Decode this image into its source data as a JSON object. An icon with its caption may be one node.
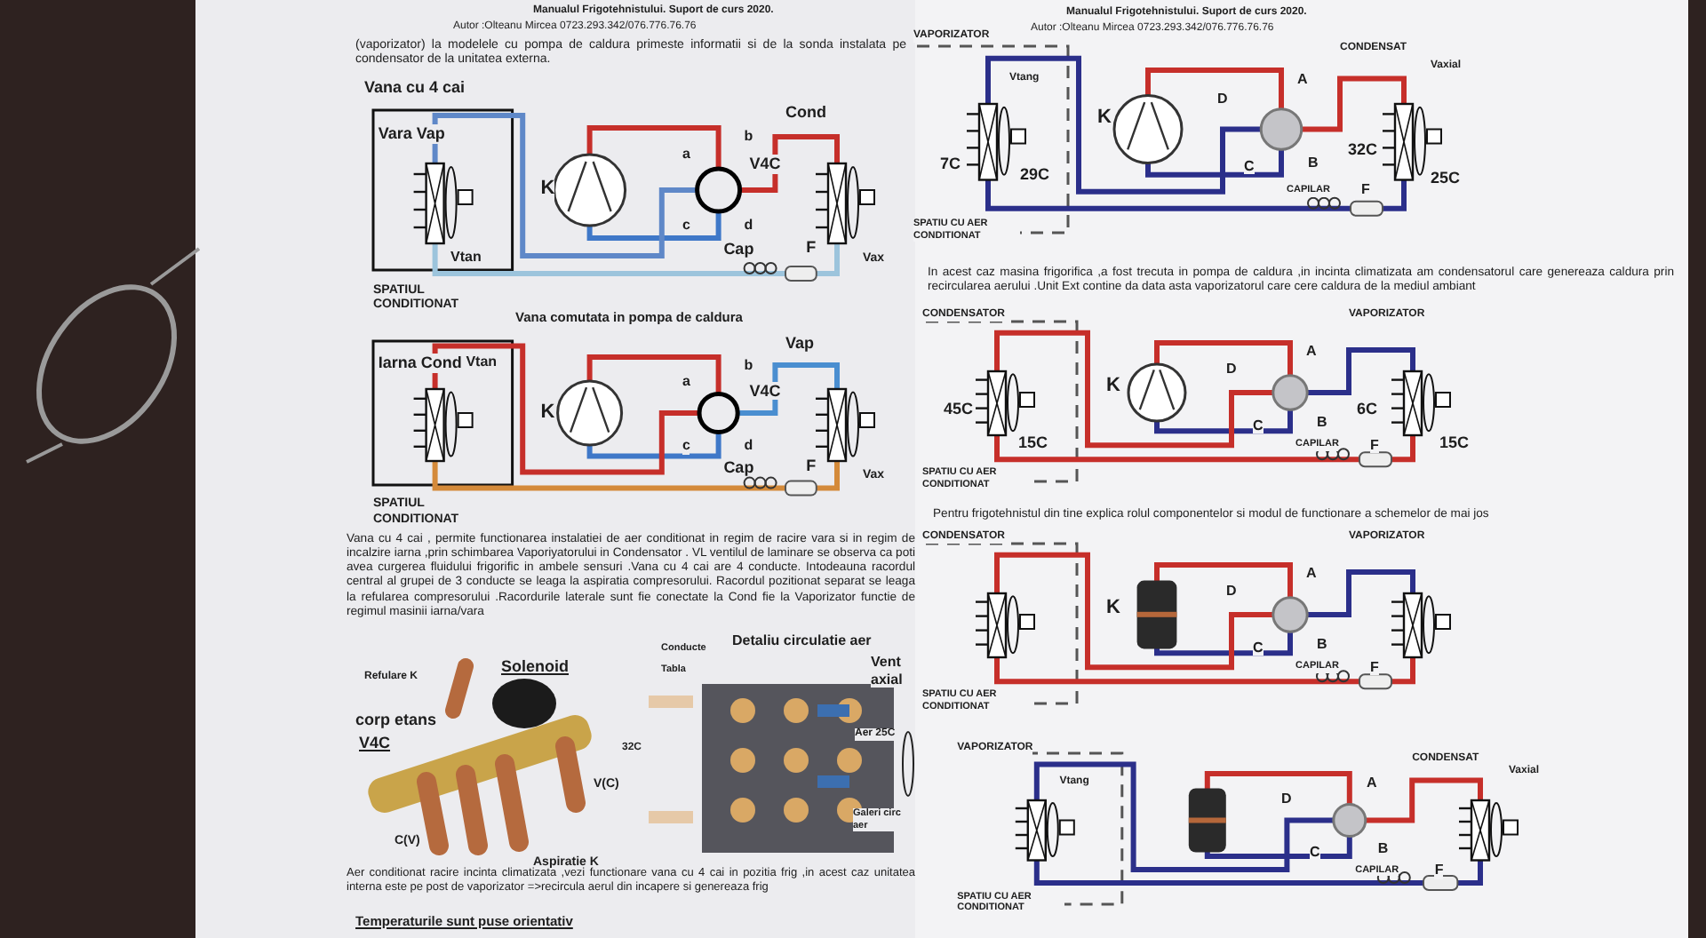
{
  "diagram": {
    "labels": [
      "Manualul Frigotehnistului. Suport de curs 2020.",
      "Autor :Olteanu Mircea 0723.293.342/076.776.76.76",
      "(vaporizator) la modelele cu pompa de caldura primeste informatii si de la sonda instalata pe condensator de la unitatea externa.",
      "Vana cu 4 cai",
      "Vara Vap",
      "Vtan",
      "K",
      "a",
      "b",
      "c",
      "d",
      "V4C",
      "Cond",
      "Vax",
      "Cap",
      "F",
      "SPATIUL CONDITIONAT",
      "Vana comutata in pompa de caldura",
      "Iarna Cond",
      "Vtan",
      "K",
      "a",
      "b",
      "c",
      "d",
      "V4C",
      "Vap",
      "Vax",
      "Cap",
      "F",
      "SPATIUL CONDITIONAT",
      "Vana cu 4 cai , permite functionarea instalatiei de aer conditionat in regim de racire vara si in regim de incalzire iarna ,prin schimbarea Vaporiyatorului in Condensator . VL ventilul de laminare se observa ca poti avea curgerea fluidului frigorific in ambele sensuri .Vana cu 4 cai are 4 conducte. Intodeauna racordul central al grupei de 3 conducte se leaga la aspiratia compresorului. Racordul pozitionat separat se leaga la refularea compresorului .Racordurile laterale sunt fie conectate la Cond fie la Vaporizator functie de regimul masinii iarna/vara",
      "Refulare K",
      "Solenoid",
      "corp etans",
      "V4C",
      "V(C)",
      "C(V)",
      "Aspiratie K",
      "Conducte",
      "Detaliu circulatie aer",
      "Tabla",
      "Vent axial",
      "32C",
      "Aer 25C",
      "Galeri circ aer",
      "Aer conditionat racire incinta climatizata ,vezi functionare vana cu 4 cai in pozitia frig ,in acest caz unitatea interna este pe post de vaporizator =>recircula aerul din incapere si genereaza frig",
      "Temperaturile sunt puse orientativ",
      "Manualul Frigotehnistului. Suport de curs 2020.",
      "Autor :Olteanu Mircea 0723.293.342/076.776.76.76",
      "VAPORIZATOR",
      "Vtang",
      "7C",
      "29C",
      "K",
      "D",
      "A",
      "C",
      "B",
      "CONDENSAT",
      "Vaxial",
      "32C",
      "25C",
      "SPATIU CU AER CONDITIONAT",
      "CAPILAR",
      "F",
      "In acest caz masina frigorifica ,a fost trecuta in pompa de caldura ,in incinta climatizata am condensatorul care genereaza caldura prin recircularea aerului .Unit Ext contine da data asta vaporizatorul care cere caldura de la mediul ambiant",
      "CONDENSATOR",
      "45C",
      "15C",
      "K",
      "D",
      "A",
      "C",
      "B",
      "VAPORIZATOR",
      "6C",
      "15C",
      "SPATIU CU AER CONDITIONAT",
      "CAPILAR",
      "F",
      "Pentru frigotehnistul din tine explica rolul componentelor si modul de functionare a schemelor de mai jos",
      "CONDENSATOR",
      "K",
      "D",
      "A",
      "C",
      "B",
      "VAPORIZATOR",
      "SPATIU CU AER CONDITIONAT",
      "CAPILAR",
      "F",
      "VAPORIZATOR",
      "Vtang",
      "D",
      "A",
      "C",
      "B",
      "CONDENSAT",
      "Vaxial",
      "SPATIU CU AER CONDITIONAT",
      "CAPILAR",
      "F"
    ]
  }
}
